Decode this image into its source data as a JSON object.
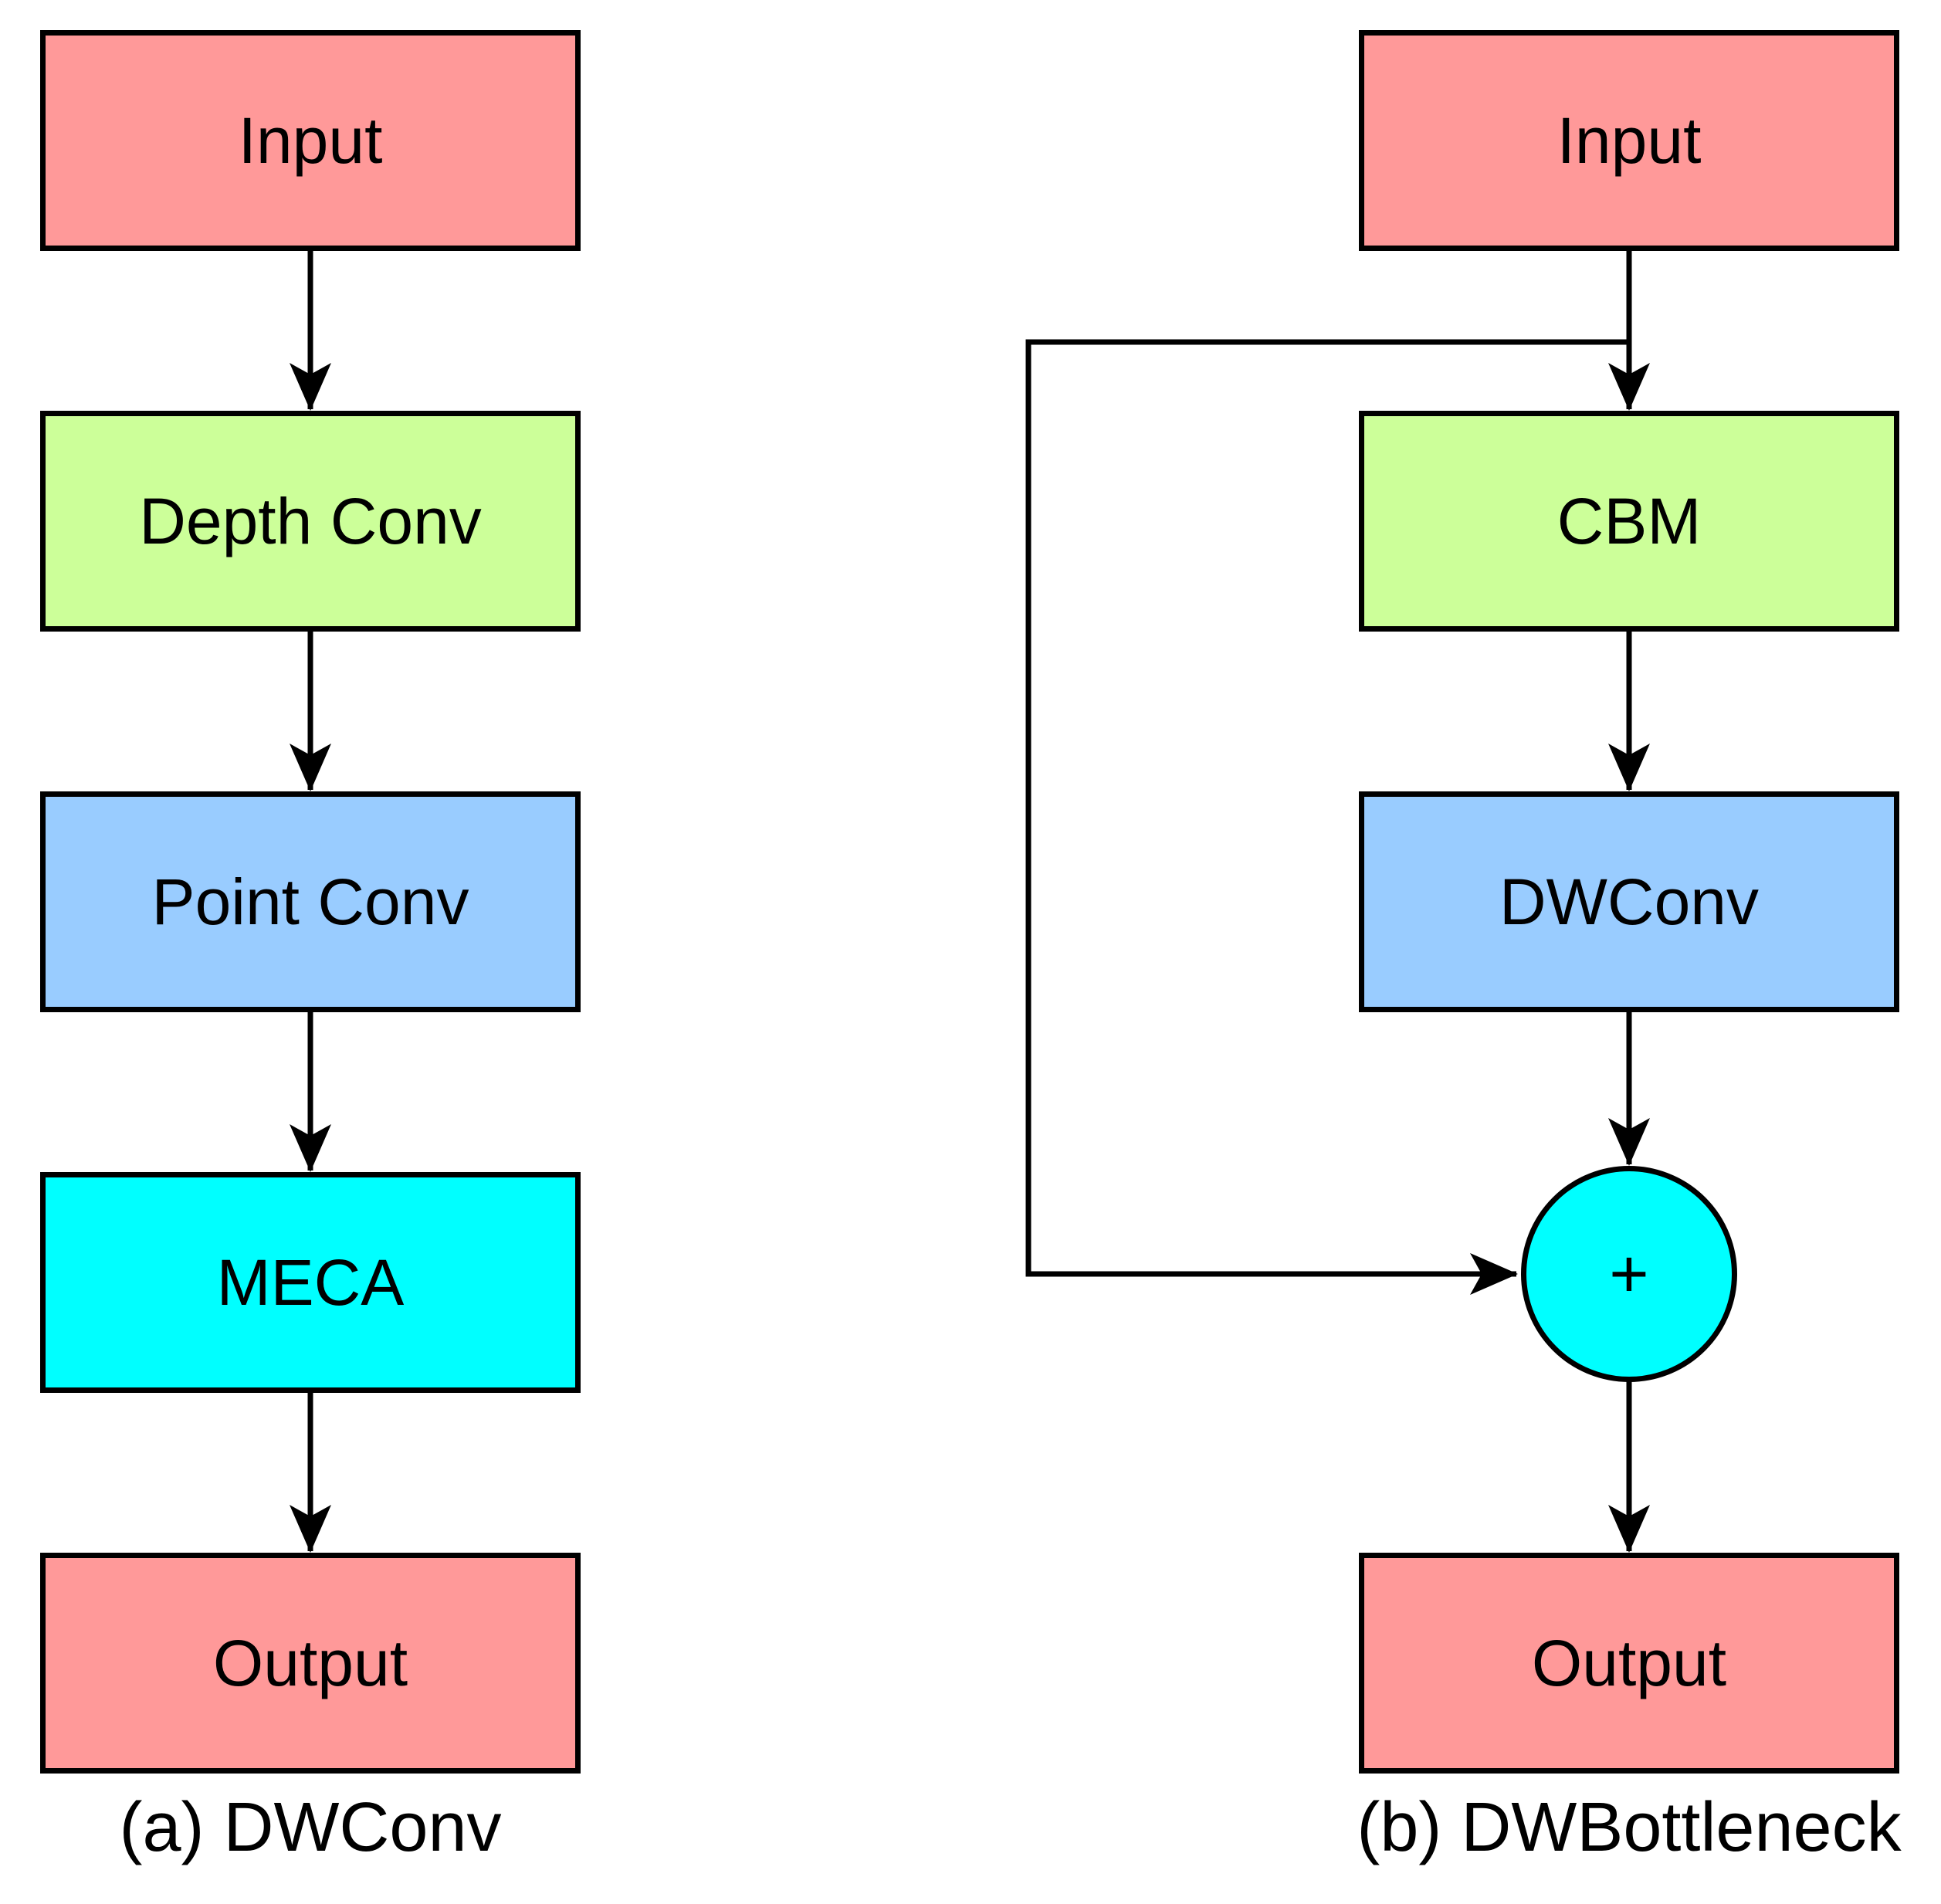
{
  "figure": {
    "background": "#ffffff",
    "colors": {
      "io_fill": "#ff9999",
      "green_fill": "#ccff99",
      "blue_fill": "#99ccff",
      "cyan_fill": "#00ffff",
      "line": "#000000"
    },
    "diagram_a": {
      "caption": "(a) DWConv",
      "nodes": {
        "input": "Input",
        "depth_conv": "Depth Conv",
        "point_conv": "Point Conv",
        "meca": "MECA",
        "output": "Output"
      }
    },
    "diagram_b": {
      "caption": "(b) DWBottleneck",
      "nodes": {
        "input": "Input",
        "cbm": "CBM",
        "dwconv": "DWConv",
        "sum": "+",
        "output": "Output"
      }
    }
  }
}
